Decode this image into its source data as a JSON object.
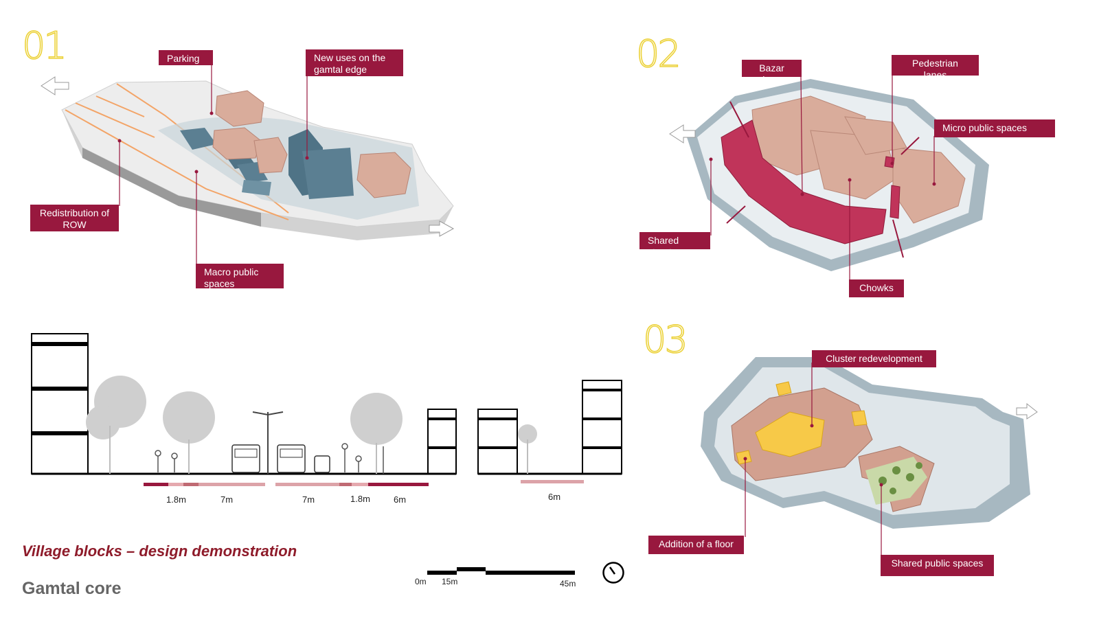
{
  "panels": {
    "p1": {
      "number": "01",
      "labels": {
        "parking": "Parking",
        "new_uses": "New uses on the gamtal edge",
        "row": "Redistribution of ROW",
        "macro": "Macro public spaces"
      }
    },
    "p2": {
      "number": "02",
      "labels": {
        "bazar": "Bazar lane",
        "pedestrian": "Pedestrian lanes",
        "micro": "Micro public spaces",
        "shared_street": "Shared street",
        "chowks": "Chowks"
      }
    },
    "p3": {
      "number": "03",
      "labels": {
        "cluster": "Cluster redevelopment",
        "addition": "Addition of a floor",
        "shared_public": "Shared public spaces"
      }
    }
  },
  "section": {
    "dims": [
      "1.8m",
      "7m",
      "7m",
      "1.8m",
      "6m"
    ],
    "lane_dim": "6m"
  },
  "caption": {
    "subtitle": "Village blocks – design demonstration",
    "title": "Gamtal core"
  },
  "scale": {
    "l0": "0m",
    "l1": "15m",
    "l2": "45m"
  },
  "icons": {
    "north": "compass-icon"
  },
  "colors": {
    "label_bg": "#98183e",
    "number_outline": "#ecd23a",
    "building": "#d9ac9b",
    "building_blue": "#5b7f92",
    "highlight_red": "#c0345a",
    "highlight_yellow": "#f7c948",
    "water": "#b7cad4"
  }
}
